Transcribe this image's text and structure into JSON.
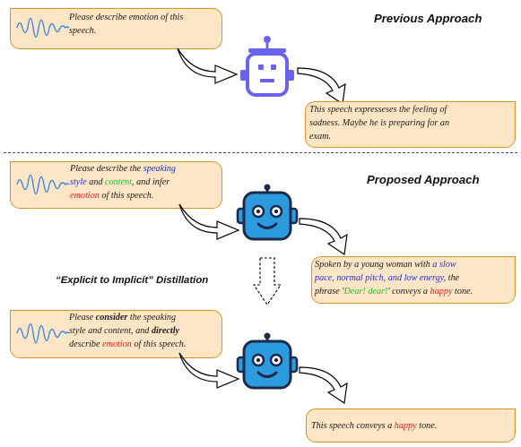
{
  "headings": {
    "previous": "Previous Approach",
    "proposed": "Proposed Approach",
    "distillation": "“Explicit to Implicit” Distillation"
  },
  "colors": {
    "bubble_fill": "#fde5c6",
    "bubble_border": "#d9942b",
    "robot_outline": "#6a63f0",
    "robot_face": "#2d9be0",
    "robot_dark": "#1b2a4a",
    "waveform": "#3a8be0",
    "highlight_blue": "#1f2fe0",
    "highlight_green": "#1fbf2a",
    "highlight_red": "#e51f1f"
  },
  "previous": {
    "prompt": {
      "line1": "Please describe emotion of this",
      "line2": "speech."
    },
    "response": {
      "line1": "This speech expresseses the feeling of",
      "line2": "sadness. Maybe he is preparing for an",
      "line3": "exam."
    }
  },
  "proposed": {
    "prompt": {
      "l1_a": "Please describe the ",
      "l1_b": "speaking",
      "l2_a": "style",
      "l2_b": " and ",
      "l2_c": "content",
      "l2_d": ", and infer",
      "l3_a": "emotion",
      "l3_b": " of this speech."
    },
    "response": {
      "l1_a": "Spoken by a young woman with ",
      "l1_b": "a slow",
      "l2_a": "pace, normal pitch, and low energy",
      "l2_b": ", the",
      "l3_a": "phrase '",
      "l3_b": "Dear! dear!",
      "l3_c": "' conveys a ",
      "l3_d": "happy",
      "l3_e": " tone."
    }
  },
  "distilled": {
    "prompt": {
      "l1_a": "Please ",
      "l1_b": "consider",
      "l1_c": " the speaking",
      "l2_a": "style and content, and ",
      "l2_b": "directly",
      "l3_a": "describe ",
      "l3_b": "emotion",
      "l3_c": " of this speech."
    },
    "response": {
      "a": "This speech conveys a ",
      "b": "happy",
      "c": " tone."
    }
  }
}
